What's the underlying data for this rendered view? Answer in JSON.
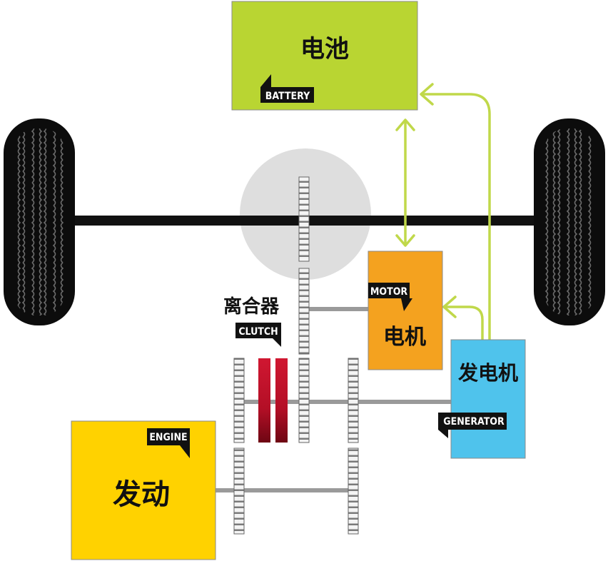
{
  "colors": {
    "battery": "#b9d532",
    "motor": "#f4a21f",
    "generator": "#4fc3ec",
    "engine": "#ffd200",
    "clutch": "#c8102e",
    "arrow": "#c0d84a",
    "axle": "#111111",
    "hub": "#dedede",
    "tag": "#111111"
  },
  "icons": {
    "tire": "tire-icon",
    "gear": "gear-icon",
    "arrow": "arrow-icon"
  },
  "battery": {
    "label_cn": "电池",
    "tag": "BATTERY"
  },
  "motor": {
    "label_cn": "电机",
    "tag": "MOTOR"
  },
  "generator": {
    "label_cn": "发电机",
    "tag": "GENERATOR"
  },
  "engine": {
    "label_cn": "发动",
    "tag": "ENGINE"
  },
  "clutch": {
    "label_cn": "离合器",
    "tag": "CLUTCH"
  }
}
